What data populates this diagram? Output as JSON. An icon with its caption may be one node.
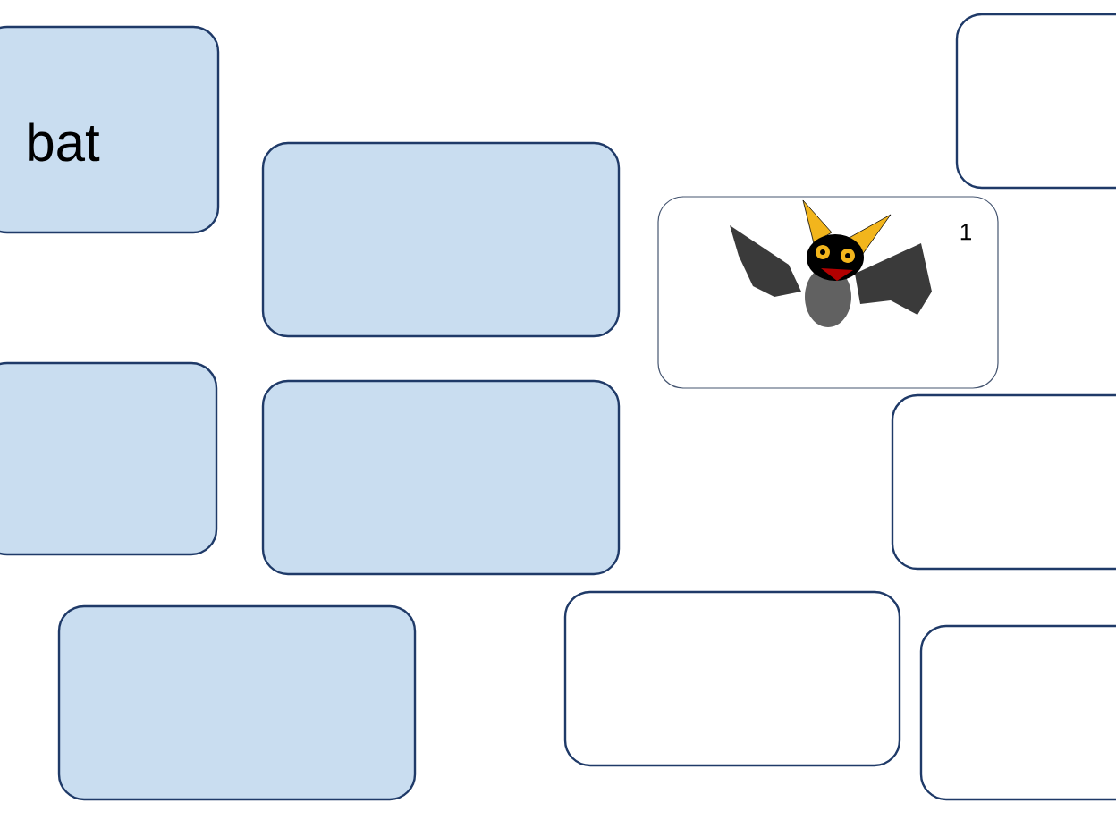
{
  "diagram": {
    "nodes": [
      {
        "text": [
          "bat"
        ]
      },
      {
        "text": [],
        "shape": "box"
      },
      {
        "text": [
          "1"
        ]
      },
      {
        "text": [],
        "shape": "box"
      },
      {
        "text": [],
        "shape": "box"
      },
      {
        "text": [],
        "shape": "box"
      },
      {
        "text": [],
        "shape": "box"
      },
      {
        "text": [],
        "shape": "box"
      },
      {
        "text": [],
        "shape": "box"
      },
      {
        "text": [],
        "shape": "box"
      }
    ]
  }
}
